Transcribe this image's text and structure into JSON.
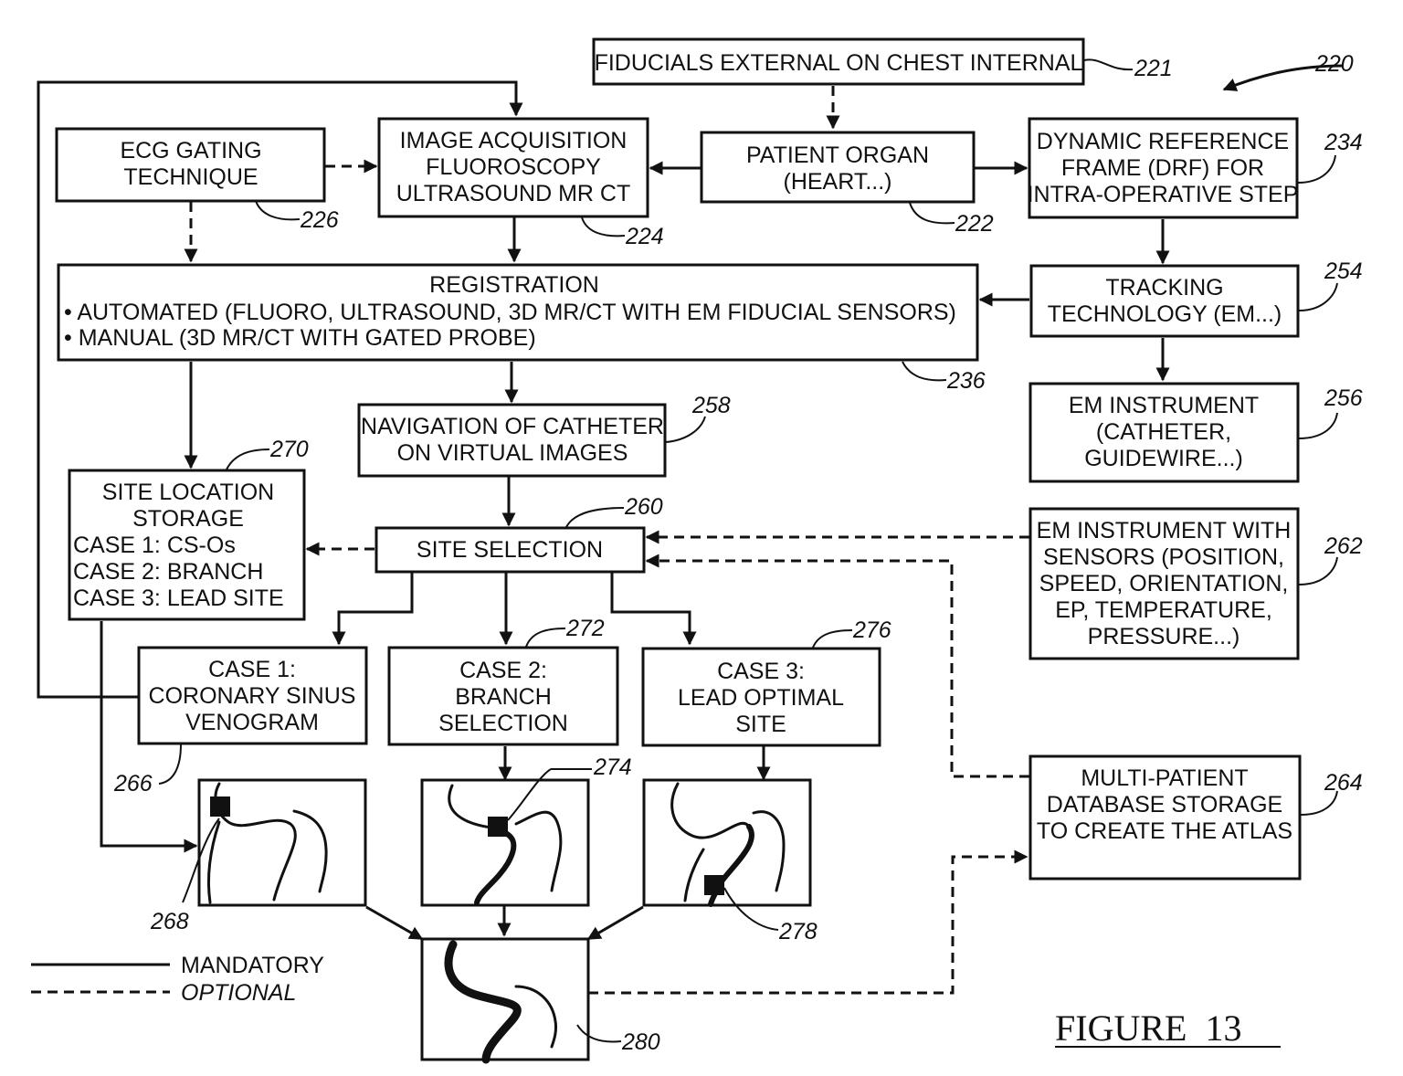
{
  "boxes": {
    "fiducials": "FIDUCIALS EXTERNAL ON CHEST INTERNAL",
    "ecg": [
      "ECG GATING",
      "TECHNIQUE"
    ],
    "image_acquisition": [
      "IMAGE ACQUISITION",
      "FLUOROSCOPY",
      "ULTRASOUND MR CT"
    ],
    "patient_organ": [
      "PATIENT ORGAN",
      "(HEART...)"
    ],
    "drf": [
      "DYNAMIC REFERENCE",
      "FRAME (DRF) FOR",
      "INTRA-OPERATIVE STEP"
    ],
    "registration": [
      "REGISTRATION",
      "• AUTOMATED (FLUORO, ULTRASOUND, 3D MR/CT WITH EM FIDUCIAL SENSORS)",
      "• MANUAL (3D MR/CT WITH GATED PROBE)"
    ],
    "tracking": [
      "TRACKING",
      "TECHNOLOGY (EM...)"
    ],
    "em_instrument": [
      "EM INSTRUMENT",
      "(CATHETER,",
      "GUIDEWIRE...)"
    ],
    "navigation": [
      "NAVIGATION OF CATHETER",
      "ON VIRTUAL IMAGES"
    ],
    "site_storage": [
      "SITE LOCATION",
      "STORAGE",
      "CASE 1:  CS-Os",
      "CASE 2:  BRANCH",
      "CASE 3:  LEAD SITE"
    ],
    "site_selection": "SITE SELECTION",
    "em_sensors": [
      "EM INSTRUMENT WITH",
      "SENSORS (POSITION,",
      "SPEED, ORIENTATION,",
      "EP, TEMPERATURE,",
      "PRESSURE...)"
    ],
    "case1": [
      "CASE 1:",
      "CORONARY SINUS",
      "VENOGRAM"
    ],
    "case2": [
      "CASE 2:",
      "BRANCH",
      "SELECTION"
    ],
    "case3": [
      "CASE 3:",
      "LEAD OPTIMAL",
      "SITE"
    ],
    "atlas": [
      "MULTI-PATIENT",
      "DATABASE STORAGE",
      "TO CREATE THE ATLAS"
    ]
  },
  "refs": {
    "r220": "220",
    "r221": "221",
    "r222": "222",
    "r224": "224",
    "r226": "226",
    "r234": "234",
    "r236": "236",
    "r254": "254",
    "r256": "256",
    "r258": "258",
    "r260": "260",
    "r262": "262",
    "r264": "264",
    "r266": "266",
    "r268": "268",
    "r270": "270",
    "r272": "272",
    "r274": "274",
    "r276": "276",
    "r278": "278",
    "r280": "280"
  },
  "legend": {
    "mandatory": "MANDATORY",
    "optional": "OPTIONAL"
  },
  "figure_label": "FIGURE  13"
}
